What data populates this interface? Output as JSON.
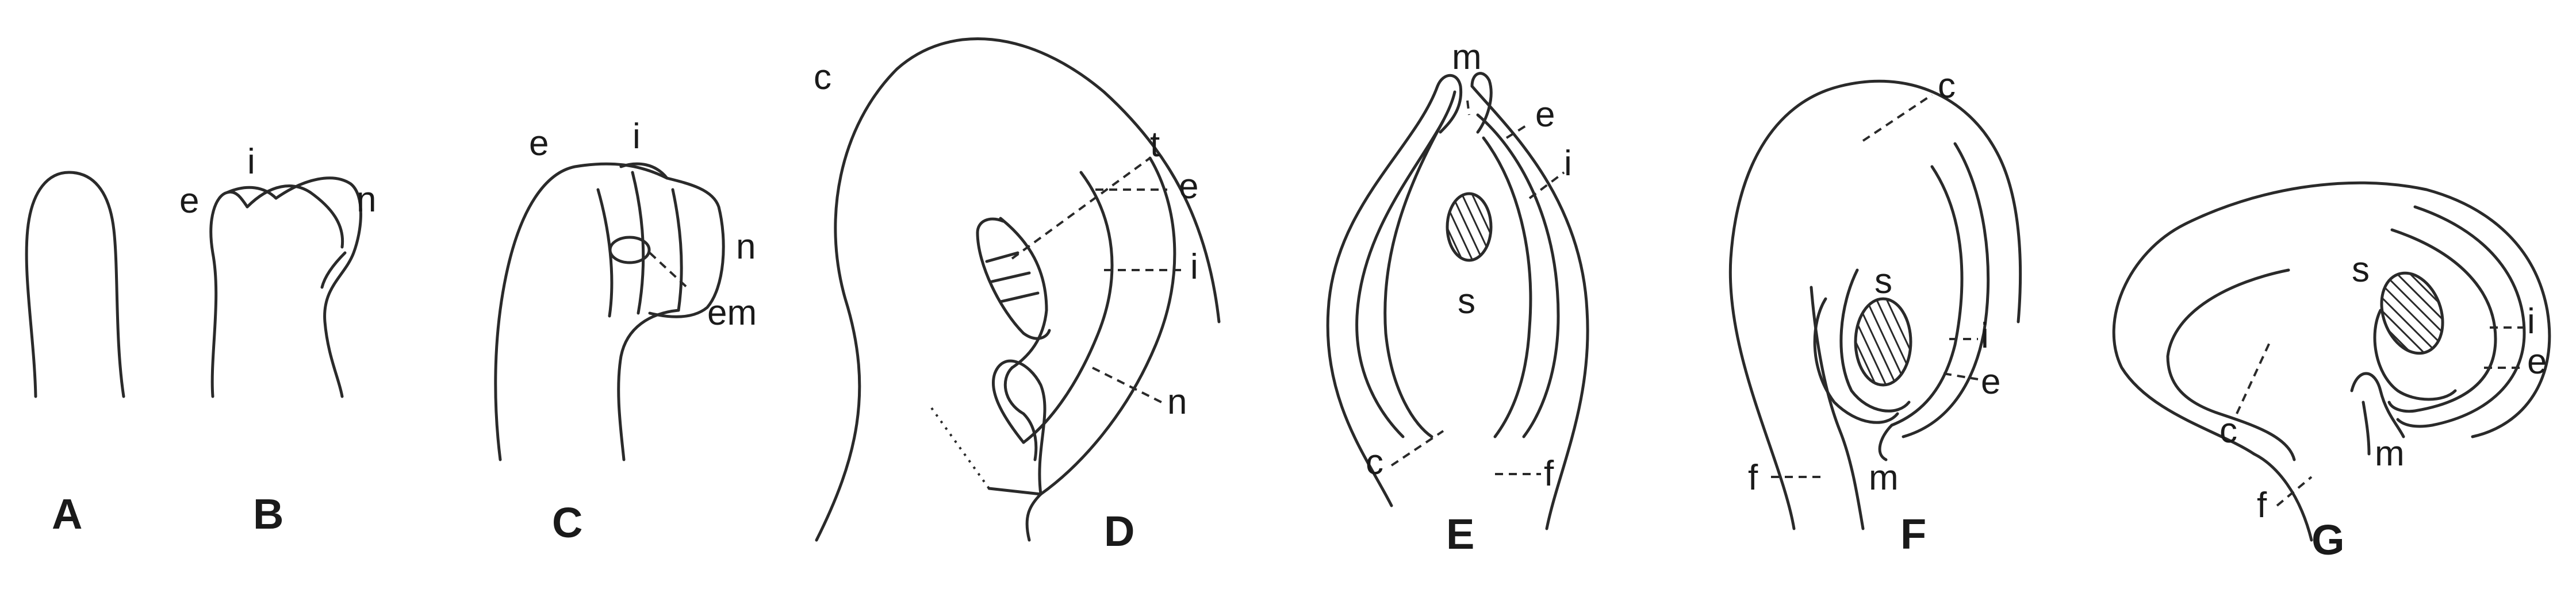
{
  "panels": [
    {
      "id": "A",
      "caption": "A",
      "labels": []
    },
    {
      "id": "B",
      "caption": "B",
      "labels": [
        "e",
        "i",
        "n"
      ]
    },
    {
      "id": "C",
      "caption": "C",
      "labels": [
        "e",
        "i",
        "n",
        "em"
      ]
    },
    {
      "id": "D",
      "caption": "D",
      "labels": [
        "c",
        "t",
        "e",
        "i",
        "n"
      ]
    },
    {
      "id": "E",
      "caption": "E",
      "labels": [
        "m",
        "e",
        "i",
        "s",
        "c",
        "f"
      ]
    },
    {
      "id": "F",
      "caption": "F",
      "labels": [
        "c",
        "s",
        "i",
        "e",
        "f",
        "m"
      ]
    },
    {
      "id": "G",
      "caption": "G",
      "labels": [
        "s",
        "i",
        "e",
        "c",
        "m",
        "f"
      ]
    }
  ],
  "colors": {
    "ink": "#2a2a2a",
    "background": "#ffffff"
  }
}
